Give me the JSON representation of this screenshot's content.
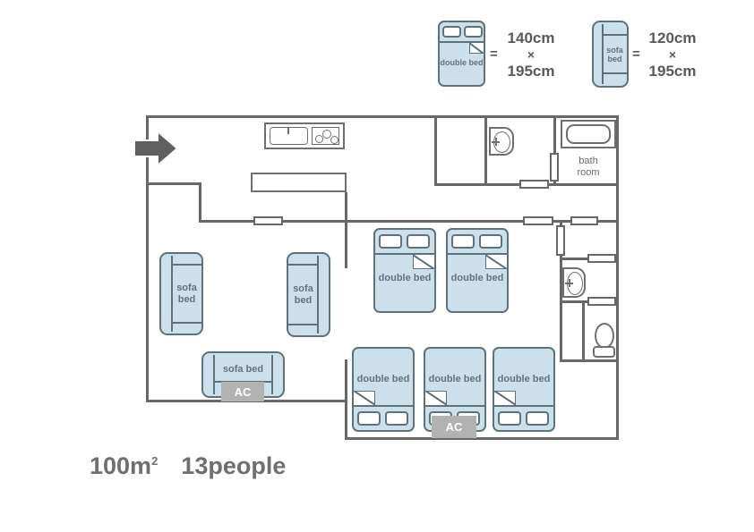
{
  "legend": {
    "double_bed": {
      "label": "double bed",
      "equals": "=",
      "dim_width": "140cm",
      "times": "×",
      "dim_length": "195cm"
    },
    "sofa_bed": {
      "label": "sofa bed",
      "equals": "=",
      "dim_width": "120cm",
      "times": "×",
      "dim_length": "195cm"
    }
  },
  "floorplan": {
    "labels": {
      "double_bed": "double bed",
      "sofa_bed": "sofa bed",
      "ac": "AC",
      "bathroom": "bath room"
    }
  },
  "footer": {
    "area": "100m",
    "area_exponent": "2",
    "capacity": "13people"
  },
  "colors": {
    "wall": "#686868",
    "bed_fill": "#cbe0ea",
    "bed_stroke": "#5e7279",
    "bed_text": "#60737c",
    "ac_fill": "#b2b2b2",
    "dim_text": "#595959",
    "footer_text": "#6f6f6f"
  }
}
